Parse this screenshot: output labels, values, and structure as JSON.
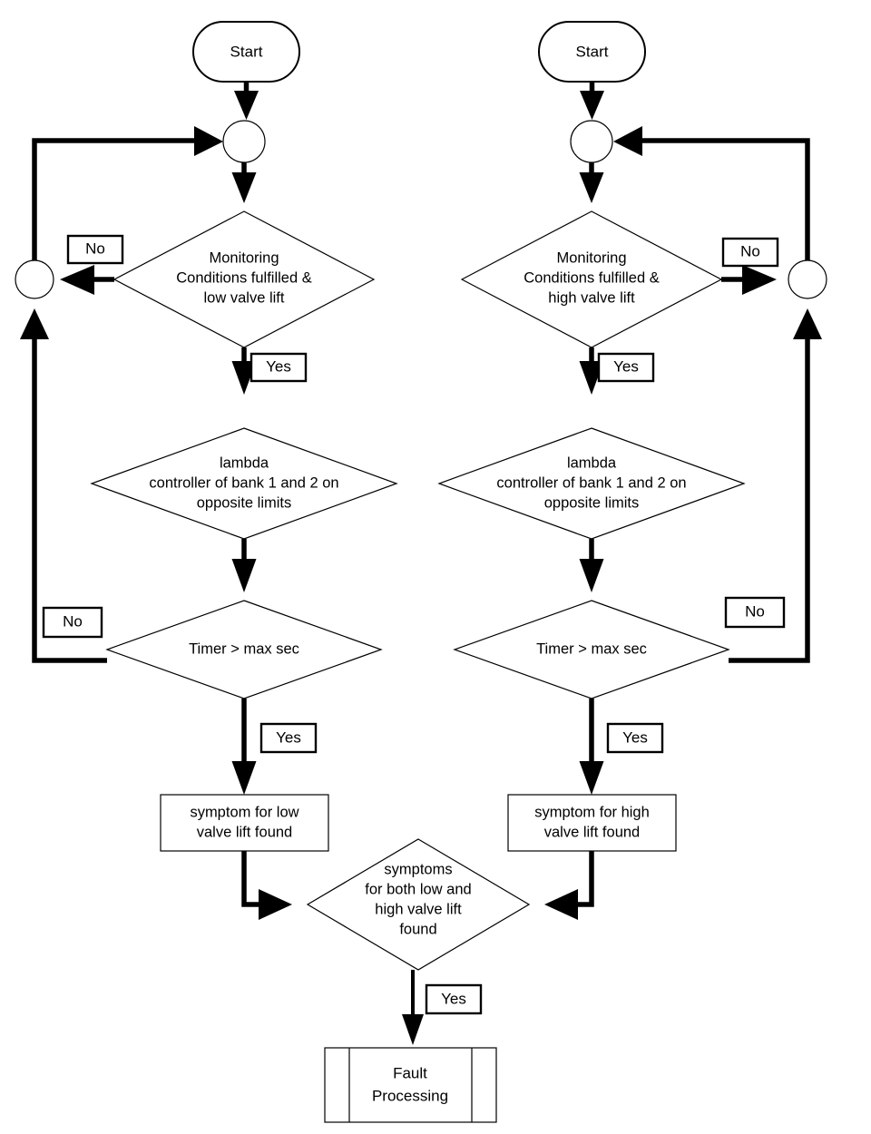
{
  "diagram": {
    "title": "Valve lift fault detection flowchart",
    "type": "flowchart",
    "background_color": "#ffffff",
    "line_color": "#000000"
  },
  "branches": {
    "left": {
      "start_label": "Start",
      "connector_top": "",
      "connector_side": "",
      "decision_1": {
        "line1": "Monitoring",
        "line2": "Conditions fulfilled &",
        "line3": "low valve lift",
        "no_label": "No",
        "yes_label": "Yes"
      },
      "decision_2": {
        "line1": "lambda",
        "line2": "controller of bank 1 and 2 on",
        "line3": "opposite limits"
      },
      "decision_3": {
        "line1": "Timer > max sec",
        "no_label": "No",
        "yes_label": "Yes"
      },
      "result_box": {
        "line1": "symptom for low",
        "line2": "valve lift found"
      }
    },
    "right": {
      "start_label": "Start",
      "connector_top": "",
      "connector_side": "",
      "decision_1": {
        "line1": "Monitoring",
        "line2": "Conditions fulfilled &",
        "line3": "high valve lift",
        "no_label": "No",
        "yes_label": "Yes"
      },
      "decision_2": {
        "line1": "lambda",
        "line2": "controller of bank 1 and 2 on",
        "line3": "opposite limits"
      },
      "decision_3": {
        "line1": "Timer > max sec",
        "no_label": "No",
        "yes_label": "Yes"
      },
      "result_box": {
        "line1": "symptom for high",
        "line2": "valve lift found"
      }
    }
  },
  "merge": {
    "decision": {
      "line1": "symptoms",
      "line2": "for both low and",
      "line3": "high valve lift",
      "line4": "found",
      "yes_label": "Yes"
    },
    "terminal": {
      "line1": "Fault",
      "line2": "Processing"
    }
  }
}
